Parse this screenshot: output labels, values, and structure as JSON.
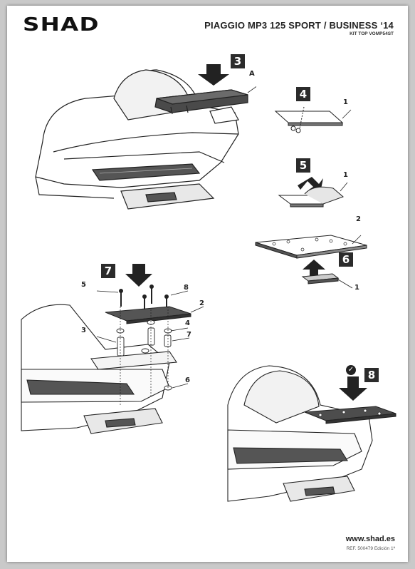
{
  "header": {
    "brand": "SHAD",
    "title": "PIAGGIO MP3 125 SPORT / BUSINESS ‘14",
    "kit": "KIT TOP VOMP54ST"
  },
  "steps": {
    "s3": "3",
    "s4": "4",
    "s5": "5",
    "s6": "6",
    "s7": "7",
    "s8": "8"
  },
  "callouts": {
    "a": "A",
    "step4_part": "1",
    "step5_part": "1",
    "step6_plate": "2",
    "step6_pad": "1",
    "step7": [
      "5",
      "8",
      "2",
      "3",
      "4",
      "7",
      "6"
    ]
  },
  "footer": {
    "website": "www.shad.es",
    "ref": "REF. 500479 Edición 1ª"
  }
}
